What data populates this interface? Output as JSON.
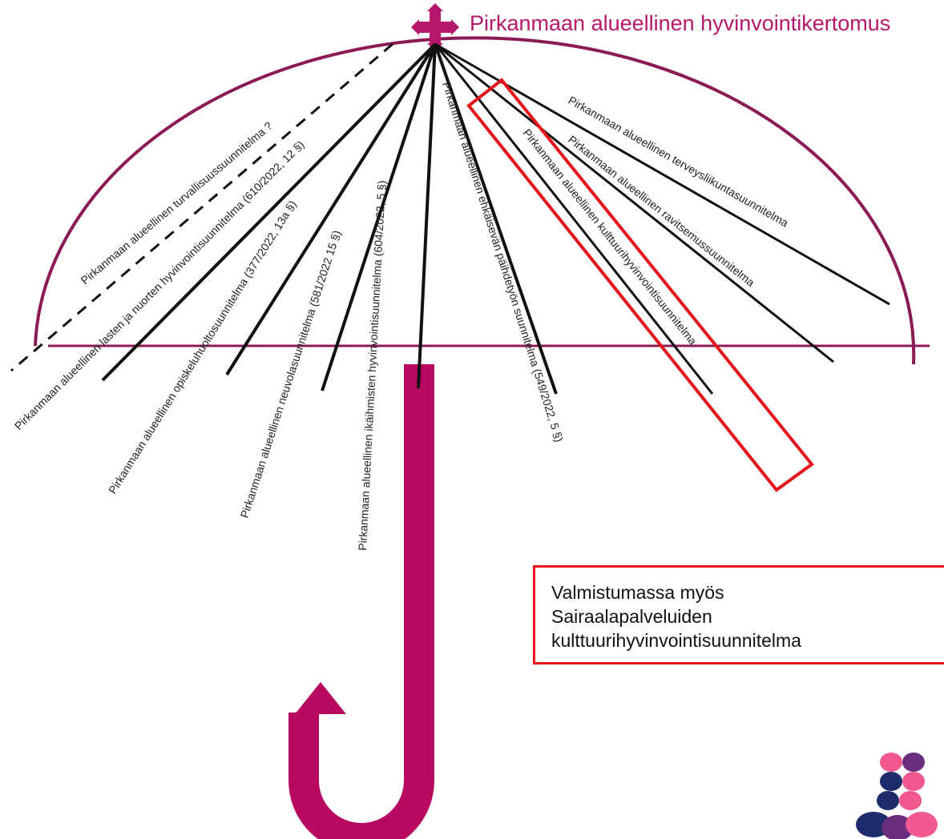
{
  "title": "Pirkanmaan alueellinen hyvinvointikertomus",
  "callout": {
    "lines": [
      "Valmistumassa myös",
      "Sairaalapalveluiden",
      "kulttuurihyvinvointisuunnitelma"
    ]
  },
  "plans": [
    "Pirkanmaan alueellinen turvallisuussuunnitelma ?",
    "Pirkanmaan alueellinen lasten ja nuorten hyvinvointisuunnitelma (610/2022, 12 §)",
    "Pirkanmaan alueellinen opiskeluhuoltosuunnitelma (377/2022, 13a §)",
    "Pirkanmaan alueellinen neuvolasuunnitelma (581/2022 15 §)",
    "Pirkanmaan alueellinen ikäihmisten hyvinvointisuunnitelma (604/2022, 5 §)",
    "Pirkanmaan alueellinen ehkäisevän päihdetyön suunnitelma (549/2022, 5 §)",
    "Pirkanmaan alueellinen kulttuurihyvinvointisuunnitelma",
    "Pirkanmaan alueellinen ravitsemussuunnitelma",
    "Pirkanmaan alueellinen terveysliikuntasuunnitelma"
  ],
  "colors": {
    "canopy": "#8b1a56",
    "handle": "#b8085f",
    "title": "#b5186a",
    "highlight": "#e8141b",
    "rib": "#111111"
  }
}
